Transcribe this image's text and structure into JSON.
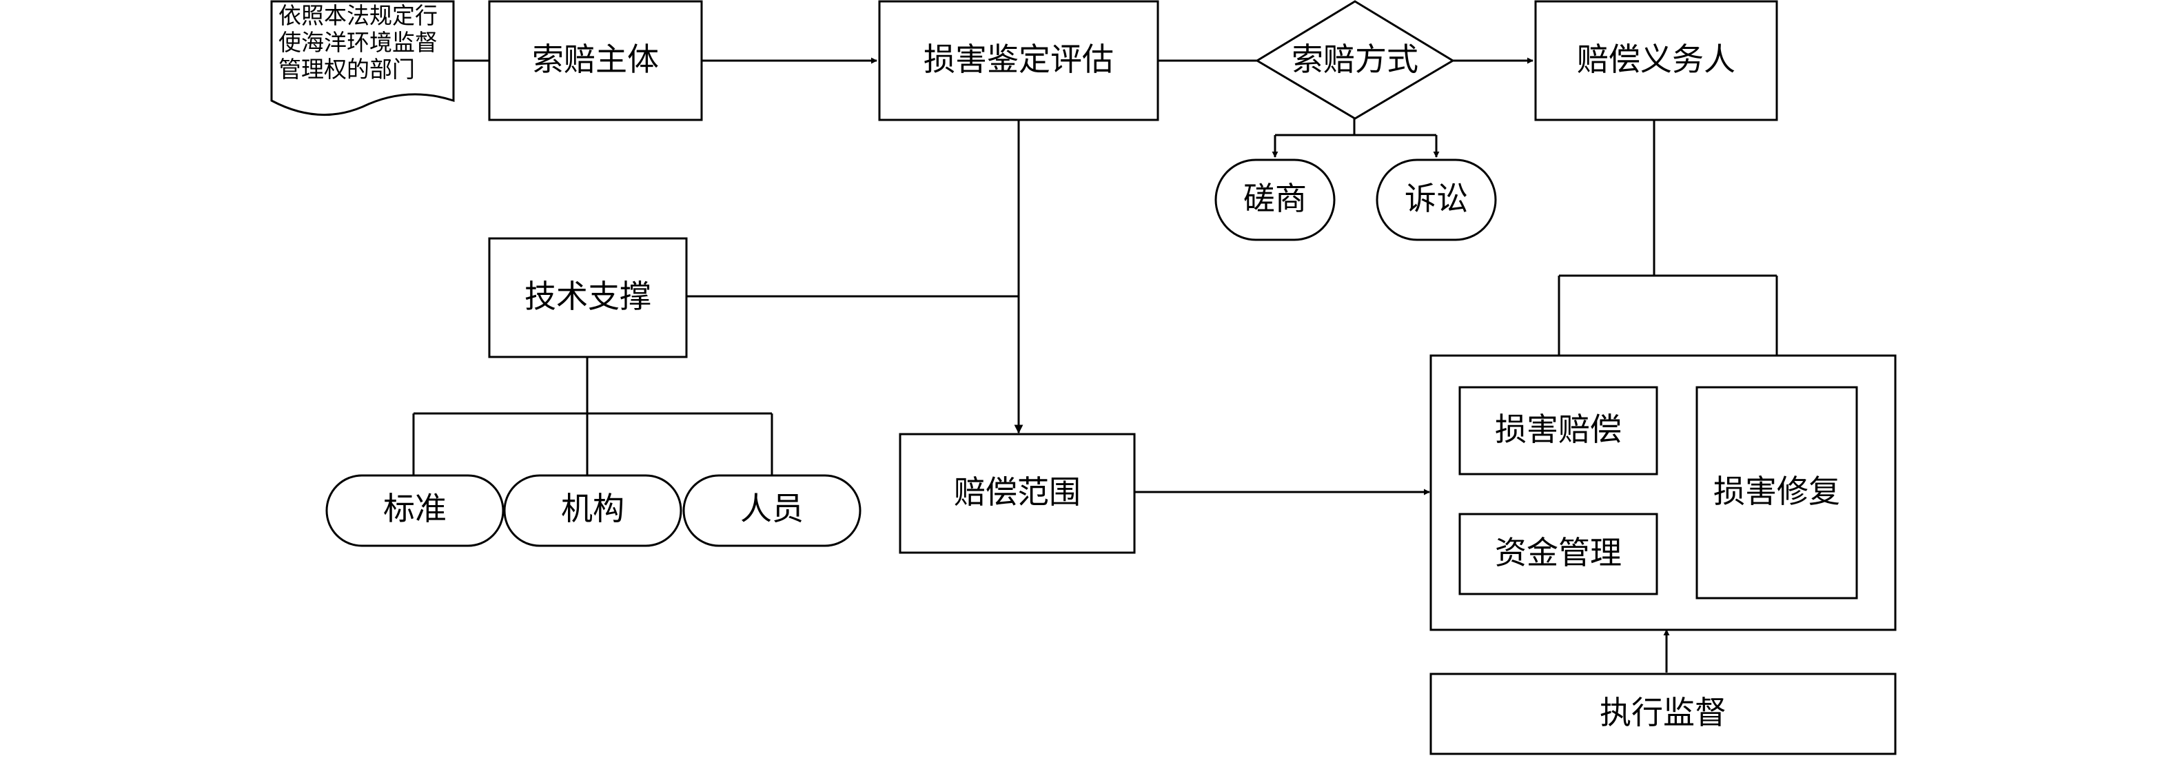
{
  "diagram": {
    "doc_lines": [
      "依照本法规定行",
      "使海洋环境监督",
      "管理权的部门"
    ],
    "claim_subject": "索赔主体",
    "damage_assessment": "损害鉴定评估",
    "claim_method": "索赔方式",
    "negotiation": "磋商",
    "litigation": "诉讼",
    "compensation_obligor": "赔偿义务人",
    "tech_support": "技术支撑",
    "standard": "标准",
    "institution": "机构",
    "personnel": "人员",
    "compensation_scope": "赔偿范围",
    "damage_compensation": "损害赔偿",
    "fund_management": "资金管理",
    "damage_repair": "损害修复",
    "execution_supervision": "执行监督"
  }
}
